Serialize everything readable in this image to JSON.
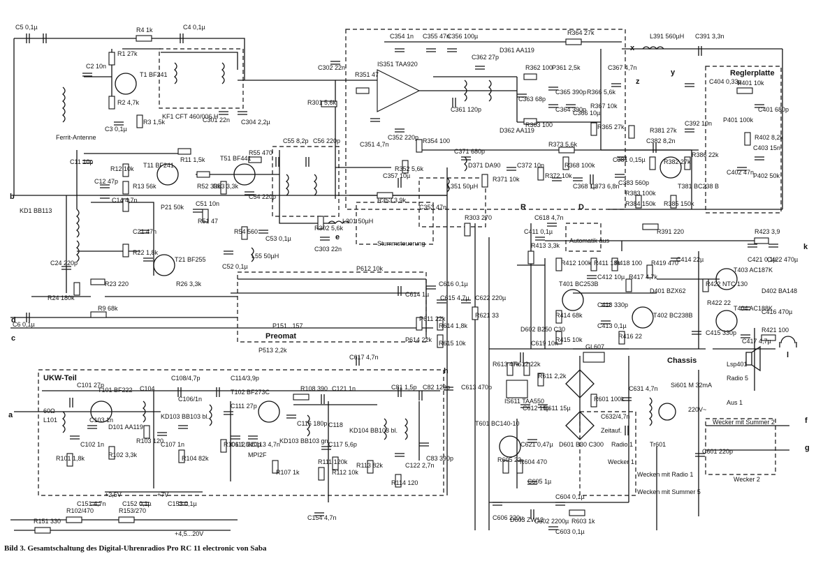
{
  "caption": "Bild 3. Gesamtschaltung des Digital-Uhrenradios Pro RC 11 electronic von Saba",
  "blocks": {
    "ukw": "UKW-Teil",
    "preomat": "Preomat",
    "regler": "Reglerplatte",
    "stumm": "Stummsteuerung",
    "automatik": "Automatik aus",
    "chassis": "Chassis",
    "ferrit": "Ferrit-Antenne"
  },
  "components": [
    {
      "id": "c5",
      "text": "C5 0,1µ"
    },
    {
      "id": "r4",
      "text": "R4 1k"
    },
    {
      "id": "c4",
      "text": "C4 0,1µ"
    },
    {
      "id": "t1",
      "text": "T1 BF241"
    },
    {
      "id": "r1",
      "text": "R1 27k"
    },
    {
      "id": "r2",
      "text": "R2 4,7k"
    },
    {
      "id": "r3",
      "text": "R3 1,5k"
    },
    {
      "id": "c3",
      "text": "C3 0,1µ"
    },
    {
      "id": "c2",
      "text": "C2 10n"
    },
    {
      "id": "kf1",
      "text": "KF1 CFT 460/006 H"
    },
    {
      "id": "c301",
      "text": "C301 22n"
    },
    {
      "id": "c304",
      "text": "C304 2,2µ"
    },
    {
      "id": "c302",
      "text": "C302 22n"
    },
    {
      "id": "r301",
      "text": "R301 5,6k"
    },
    {
      "id": "c11",
      "text": "C11 10p"
    },
    {
      "id": "t11",
      "text": "T11 BF241"
    },
    {
      "id": "r11",
      "text": "R11 1,5k"
    },
    {
      "id": "r12",
      "text": "R12 10k"
    },
    {
      "id": "r13",
      "text": "R13 56k"
    },
    {
      "id": "c12",
      "text": "C12 47p"
    },
    {
      "id": "c14",
      "text": "C14 4,7n"
    },
    {
      "id": "kd1",
      "text": "KD1 BB113"
    },
    {
      "id": "p21",
      "text": "P21 50k"
    },
    {
      "id": "c21",
      "text": "C21 47n"
    },
    {
      "id": "r22",
      "text": "R22 1,8k"
    },
    {
      "id": "t21",
      "text": "T21 BF255"
    },
    {
      "id": "r23",
      "text": "R23 220"
    },
    {
      "id": "r26",
      "text": "R26 3,3k"
    },
    {
      "id": "c24",
      "text": "C24 220p"
    },
    {
      "id": "r24",
      "text": "R24 180k"
    },
    {
      "id": "c6",
      "text": "C6 0,1µ"
    },
    {
      "id": "r9",
      "text": "R9 68k"
    },
    {
      "id": "t51",
      "text": "T51 BF441"
    },
    {
      "id": "r52",
      "text": "R52 33k"
    },
    {
      "id": "r53",
      "text": "R53 3,3k"
    },
    {
      "id": "r55",
      "text": "R55 470"
    },
    {
      "id": "c55",
      "text": "C55 8,2p"
    },
    {
      "id": "c56",
      "text": "C56 220p"
    },
    {
      "id": "c54",
      "text": "C54 220p"
    },
    {
      "id": "r51",
      "text": "R51 47"
    },
    {
      "id": "c51",
      "text": "C51 10n"
    },
    {
      "id": "r54",
      "text": "R54 560"
    },
    {
      "id": "c52",
      "text": "C52 0,1µ"
    },
    {
      "id": "c53",
      "text": "C53 0,1µ"
    },
    {
      "id": "l55",
      "text": "L55 50µH"
    },
    {
      "id": "r302",
      "text": "R302 5,6k"
    },
    {
      "id": "c303",
      "text": "C303 22n"
    },
    {
      "id": "l301",
      "text": "L301 50µH"
    },
    {
      "id": "r351",
      "text": "R351 47"
    },
    {
      "id": "is351",
      "text": "IS351 TAA920"
    },
    {
      "id": "c354",
      "text": "C354 1n"
    },
    {
      "id": "c355",
      "text": "C355 47n"
    },
    {
      "id": "c356",
      "text": "C356 100µ"
    },
    {
      "id": "c351",
      "text": "C351 4,7n"
    },
    {
      "id": "c352",
      "text": "C352 220p"
    },
    {
      "id": "c361",
      "text": "C361 120p"
    },
    {
      "id": "c362",
      "text": "C362 27p"
    },
    {
      "id": "d361",
      "text": "D361 AA119"
    },
    {
      "id": "d362",
      "text": "D362 AA119"
    },
    {
      "id": "r362",
      "text": "R362 100"
    },
    {
      "id": "c363",
      "text": "C363 68p"
    },
    {
      "id": "p361",
      "text": "P361 2,5k"
    },
    {
      "id": "c365",
      "text": "C365 390p"
    },
    {
      "id": "c364",
      "text": "C364 390p"
    },
    {
      "id": "c366",
      "text": "C366 10µ"
    },
    {
      "id": "r366",
      "text": "R366 5,6k"
    },
    {
      "id": "r367",
      "text": "R367 10k"
    },
    {
      "id": "c367",
      "text": "C367 4,7n"
    },
    {
      "id": "r363",
      "text": "R363 100"
    },
    {
      "id": "r364",
      "text": "R364 27k"
    },
    {
      "id": "r365",
      "text": "R365 27k"
    },
    {
      "id": "l391",
      "text": "L391 560µH"
    },
    {
      "id": "c391",
      "text": "C391 3,3n"
    },
    {
      "id": "c404",
      "text": "C404 0,33µ"
    },
    {
      "id": "r401",
      "text": "R401 10k"
    },
    {
      "id": "c401",
      "text": "C401 680p"
    },
    {
      "id": "p401",
      "text": "P401 100k"
    },
    {
      "id": "r402",
      "text": "R402 8,2k"
    },
    {
      "id": "c403",
      "text": "C403 15n"
    },
    {
      "id": "c402",
      "text": "C402 47n"
    },
    {
      "id": "p402",
      "text": "P402 50k"
    },
    {
      "id": "r354",
      "text": "R354 100"
    },
    {
      "id": "c357",
      "text": "C357 10µ"
    },
    {
      "id": "r352",
      "text": "R352 5,6k"
    },
    {
      "id": "c371",
      "text": "C371 680p"
    },
    {
      "id": "d371",
      "text": "D371 DA90"
    },
    {
      "id": "l351",
      "text": "L351 50µH"
    },
    {
      "id": "c372",
      "text": "C372 10n"
    },
    {
      "id": "r373",
      "text": "R373 5,6k"
    },
    {
      "id": "r371",
      "text": "R371 10k"
    },
    {
      "id": "r372",
      "text": "R372 10k"
    },
    {
      "id": "c368",
      "text": "C368 1µ"
    },
    {
      "id": "r368",
      "text": "R368 100k"
    },
    {
      "id": "c373",
      "text": "C373 6,8n"
    },
    {
      "id": "r381",
      "text": "R381 27k"
    },
    {
      "id": "c381",
      "text": "C381 0,15µ"
    },
    {
      "id": "c382",
      "text": "C382 8,2n"
    },
    {
      "id": "r382",
      "text": "R382 27k"
    },
    {
      "id": "r386",
      "text": "R386 22k"
    },
    {
      "id": "c383",
      "text": "C383 560p"
    },
    {
      "id": "r383",
      "text": "R383 100k"
    },
    {
      "id": "r384",
      "text": "R384 150k"
    },
    {
      "id": "r385",
      "text": "R385 150k"
    },
    {
      "id": "t381",
      "text": "T381 BC238 B"
    },
    {
      "id": "c392",
      "text": "C392 10n"
    },
    {
      "id": "r391",
      "text": "R391 220"
    },
    {
      "id": "r353",
      "text": "R353 3,9k"
    },
    {
      "id": "c353",
      "text": "C353 47n"
    },
    {
      "id": "r303",
      "text": "R303 270"
    },
    {
      "id": "c618",
      "text": "C618 4,7n"
    },
    {
      "id": "c411",
      "text": "C411 0,1µ"
    },
    {
      "id": "r413",
      "text": "R413 3,3k"
    },
    {
      "id": "r423",
      "text": "R423 3,9"
    },
    {
      "id": "c421",
      "text": "C421 0,1µ"
    },
    {
      "id": "c422",
      "text": "C422 470µ"
    },
    {
      "id": "r412",
      "text": "R412 100k"
    },
    {
      "id": "r411",
      "text": "R411 18k"
    },
    {
      "id": "r418",
      "text": "R418 100"
    },
    {
      "id": "r419",
      "text": "R419 470"
    },
    {
      "id": "c414",
      "text": "C414 22µ"
    },
    {
      "id": "t403",
      "text": "T403 AC187K"
    },
    {
      "id": "t401",
      "text": "T401 BC253B"
    },
    {
      "id": "c412",
      "text": "C412 10µ"
    },
    {
      "id": "r417",
      "text": "R417 4,7k"
    },
    {
      "id": "d401",
      "text": "D401 BZX62"
    },
    {
      "id": "r422",
      "text": "R422 NTC 130"
    },
    {
      "id": "r422b",
      "text": "R422 22"
    },
    {
      "id": "d402",
      "text": "D402 BA148"
    },
    {
      "id": "t404",
      "text": "T404 AC188K"
    },
    {
      "id": "c416",
      "text": "C416 470µ"
    },
    {
      "id": "c418",
      "text": "C418 330p"
    },
    {
      "id": "r414",
      "text": "R414 68k"
    },
    {
      "id": "t402",
      "text": "T402 BC238B"
    },
    {
      "id": "c413",
      "text": "C413 0,1µ"
    },
    {
      "id": "c415",
      "text": "C415 330p"
    },
    {
      "id": "r415",
      "text": "R415 10k"
    },
    {
      "id": "r416",
      "text": "R416 22"
    },
    {
      "id": "c417",
      "text": "C417 4,7µ"
    },
    {
      "id": "r421",
      "text": "R421 100"
    },
    {
      "id": "lsp401",
      "text": "Lsp401"
    },
    {
      "id": "radio5",
      "text": "Radio 5"
    },
    {
      "id": "aus1",
      "text": "Aus 1"
    },
    {
      "id": "p612",
      "text": "P612 10k"
    },
    {
      "id": "c616",
      "text": "C616 0,1µ"
    },
    {
      "id": "c614",
      "text": "C614 1µ"
    },
    {
      "id": "c615",
      "text": "C615 4,7µ"
    },
    {
      "id": "p611",
      "text": "P611 22k"
    },
    {
      "id": "r614",
      "text": "R614 1,8k"
    },
    {
      "id": "r615",
      "text": "R615 10k"
    },
    {
      "id": "p614",
      "text": "P614 22k"
    },
    {
      "id": "c617",
      "text": "C617 4,7n"
    },
    {
      "id": "p151",
      "text": "P151...157"
    },
    {
      "id": "p513",
      "text": "P513 2,2k"
    },
    {
      "id": "c622",
      "text": "C622 220µ"
    },
    {
      "id": "r621",
      "text": "R621 33"
    },
    {
      "id": "d602",
      "text": "D602 B250 C30"
    },
    {
      "id": "c619",
      "text": "C619 10n"
    },
    {
      "id": "r613",
      "text": "R613 47k"
    },
    {
      "id": "r612",
      "text": "R612 22k"
    },
    {
      "id": "r611",
      "text": "R611 2,2k"
    },
    {
      "id": "is611",
      "text": "IS611 TAA550"
    },
    {
      "id": "c612",
      "text": "C612 15µ"
    },
    {
      "id": "c611",
      "text": "C611 15µ"
    },
    {
      "id": "c613",
      "text": "C613 470p"
    },
    {
      "id": "gl607",
      "text": "GL607"
    },
    {
      "id": "c631",
      "text": "C631 4,7n"
    },
    {
      "id": "r601",
      "text": "R601 100k"
    },
    {
      "id": "si601",
      "text": "Si601 M 32mA"
    },
    {
      "id": "v220",
      "text": "220V~"
    },
    {
      "id": "c632",
      "text": "C632/4,7n"
    },
    {
      "id": "zeitauf",
      "text": "Zeitauf."
    },
    {
      "id": "tr601",
      "text": "Tr601"
    },
    {
      "id": "c601",
      "text": "C601 220p"
    },
    {
      "id": "t601",
      "text": "T601 BC140-10"
    },
    {
      "id": "c621",
      "text": "C621 0,47µ"
    },
    {
      "id": "r605",
      "text": "R605 22"
    },
    {
      "id": "r604",
      "text": "R604 470"
    },
    {
      "id": "d601",
      "text": "D601 B30 C300"
    },
    {
      "id": "radio1",
      "text": "Radio 1"
    },
    {
      "id": "wecker1",
      "text": "Wecker 1"
    },
    {
      "id": "weckerradio",
      "text": "Wecken mit Radio 1"
    },
    {
      "id": "weckersummer",
      "text": "Wecken mit Summer 5"
    },
    {
      "id": "c605",
      "text": "C605 1µ"
    },
    {
      "id": "c606",
      "text": "C606 220µ"
    },
    {
      "id": "d603",
      "text": "D603 ZW12"
    },
    {
      "id": "c602",
      "text": "C602 2200µ"
    },
    {
      "id": "c604",
      "text": "C604 0,1µ"
    },
    {
      "id": "r603",
      "text": "R603 1k"
    },
    {
      "id": "c603",
      "text": "C603 0,1µ"
    },
    {
      "id": "wsum2",
      "text": "Wecker mit Summer 2"
    },
    {
      "id": "wecker2",
      "text": "Wecker 2"
    },
    {
      "id": "c101",
      "text": "C101 27p"
    },
    {
      "id": "t101",
      "text": "T101 BF222"
    },
    {
      "id": "c104",
      "text": "C104"
    },
    {
      "id": "c108",
      "text": "C108/4,7p"
    },
    {
      "id": "c114",
      "text": "C114/3,9p"
    },
    {
      "id": "r108",
      "text": "R108 390"
    },
    {
      "id": "c121",
      "text": "C121 1n"
    },
    {
      "id": "c81",
      "text": "C81 1,5p"
    },
    {
      "id": "c82",
      "text": "C82 120p"
    },
    {
      "id": "l101",
      "text": "L101"
    },
    {
      "id": "ohm60",
      "text": "60Ω"
    },
    {
      "id": "c103",
      "text": "C103 1n"
    },
    {
      "id": "d101",
      "text": "D101 AA119"
    },
    {
      "id": "kd103",
      "text": "KD103 BB103 bl."
    },
    {
      "id": "c106",
      "text": "C106/1n"
    },
    {
      "id": "t102",
      "text": "T102 BF273C"
    },
    {
      "id": "c111",
      "text": "C111 27p"
    },
    {
      "id": "c116",
      "text": "C116 180p"
    },
    {
      "id": "c118",
      "text": "C118"
    },
    {
      "id": "kd104",
      "text": "KD104 BB103 bl."
    },
    {
      "id": "c102",
      "text": "C102 1n"
    },
    {
      "id": "r101",
      "text": "R101 1,8k"
    },
    {
      "id": "r102",
      "text": "R102 3,3k"
    },
    {
      "id": "r103",
      "text": "R103 120"
    },
    {
      "id": "c107",
      "text": "C107 1n"
    },
    {
      "id": "r104",
      "text": "R104 82k"
    },
    {
      "id": "r106",
      "text": "R106 1,8k"
    },
    {
      "id": "c112",
      "text": "C112 220p"
    },
    {
      "id": "c113",
      "text": "C113 4,7n"
    },
    {
      "id": "mpi2f",
      "text": "MPI2F"
    },
    {
      "id": "kd103b",
      "text": "KD103 BB103 gn."
    },
    {
      "id": "c117",
      "text": "C117 5,6p"
    },
    {
      "id": "r111",
      "text": "R111 120k"
    },
    {
      "id": "r112",
      "text": "R112 10k"
    },
    {
      "id": "r107",
      "text": "R107 1k"
    },
    {
      "id": "r113",
      "text": "R113 82k"
    },
    {
      "id": "c122",
      "text": "C122 2,7n"
    },
    {
      "id": "r114",
      "text": "R114 120"
    },
    {
      "id": "c83",
      "text": "C83 390p"
    },
    {
      "id": "c151",
      "text": "C151 4,7n"
    },
    {
      "id": "c152",
      "text": "C152 0,1µ"
    },
    {
      "id": "c153",
      "text": "C153 0,1µ"
    },
    {
      "id": "r102b",
      "text": "R102/470"
    },
    {
      "id": "r153",
      "text": "R153/270"
    },
    {
      "id": "r151",
      "text": "R151 330"
    },
    {
      "id": "v25",
      "text": "+2,5V"
    },
    {
      "id": "v7",
      "text": "+7V"
    },
    {
      "id": "v45",
      "text": "+4,5...20V"
    },
    {
      "id": "c154",
      "text": "C154 4,7n"
    }
  ],
  "terminals": [
    "a",
    "b",
    "c",
    "d",
    "e",
    "f",
    "g",
    "k",
    "D",
    "R",
    "x",
    "y",
    "z",
    "h",
    "l"
  ]
}
